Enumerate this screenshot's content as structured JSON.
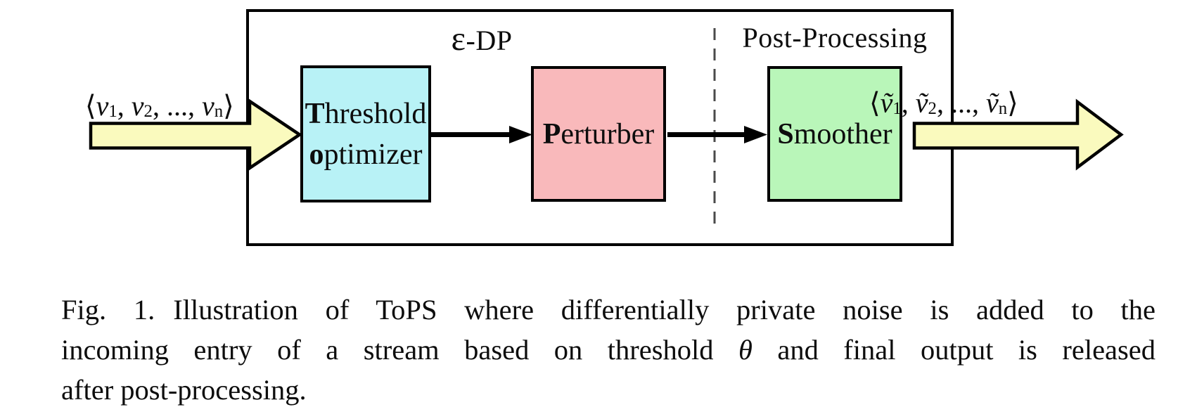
{
  "diagram": {
    "sections": {
      "dp": {
        "epsilon": "ε",
        "suffix": "-DP"
      },
      "post_processing": "Post-Processing"
    },
    "boxes": {
      "threshold_optimizer": {
        "line1_bold": "T",
        "line1_rest": "hreshold",
        "line2_bold": "o",
        "line2_rest": "ptimizer"
      },
      "perturber": {
        "bold": "P",
        "rest": "erturber"
      },
      "smoother": {
        "bold": "S",
        "rest": "moother"
      }
    },
    "input_stream": {
      "open": "⟨",
      "var": "v",
      "sub1": "1",
      "sep1": ", ",
      "sub2": "2",
      "sep2": ", ..., ",
      "subn": "n",
      "close": "⟩"
    },
    "output_stream": {
      "open": "⟨",
      "var": "ṽ",
      "sub1": "1",
      "sep1": ", ",
      "sub2": "2",
      "sep2": ", ..., ",
      "subn": "n",
      "close": "⟩"
    }
  },
  "caption": {
    "fig_label": "Fig. 1.",
    "line1": "Illustration of ToPS where differentially private noise is added to the",
    "line2_a": "incoming entry of a stream based on threshold",
    "theta": "θ",
    "line2_b": "and final output is released",
    "line3": "after post-processing."
  },
  "colors": {
    "box-cyan": "#b8f2f6",
    "box-pink": "#f9b9bb",
    "box-green": "#b9f6b9",
    "arrow-yellow": "#fafabe",
    "line-black": "#000000",
    "dash-gray": "#4a4a4a"
  }
}
